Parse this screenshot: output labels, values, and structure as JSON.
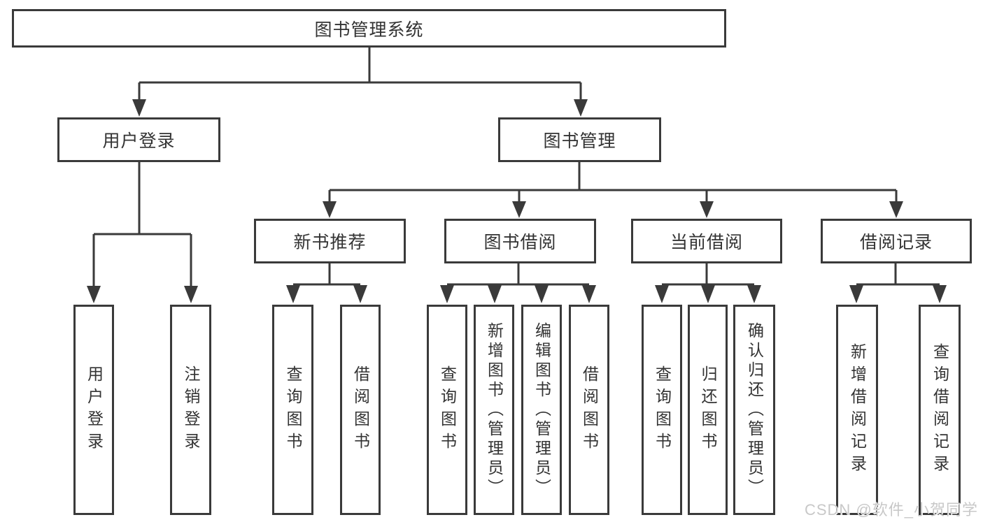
{
  "title": "图书管理系统",
  "level2": [
    {
      "label": "用户登录"
    },
    {
      "label": "图书管理"
    }
  ],
  "level3": [
    {
      "label": "新书推荐"
    },
    {
      "label": "图书借阅"
    },
    {
      "label": "当前借阅"
    },
    {
      "label": "借阅记录"
    }
  ],
  "leaves": [
    {
      "label": "用户登录"
    },
    {
      "label": "注销登录"
    },
    {
      "label": "查询图书"
    },
    {
      "label": "借阅图书"
    },
    {
      "label": "查询图书"
    },
    {
      "label": "新增图书（管理员）"
    },
    {
      "label": "编辑图书（管理员）"
    },
    {
      "label": "借阅图书"
    },
    {
      "label": "查询图书"
    },
    {
      "label": "归还图书"
    },
    {
      "label": "确认归还（管理员）"
    },
    {
      "label": "新增借阅记录"
    },
    {
      "label": "查询借阅记录"
    }
  ],
  "watermark": "CSDN @软件_小贺同学",
  "colors": {
    "line": "#3a3a3a",
    "text": "#333333",
    "watermark": "#c8c8c8",
    "background": "#ffffff"
  }
}
